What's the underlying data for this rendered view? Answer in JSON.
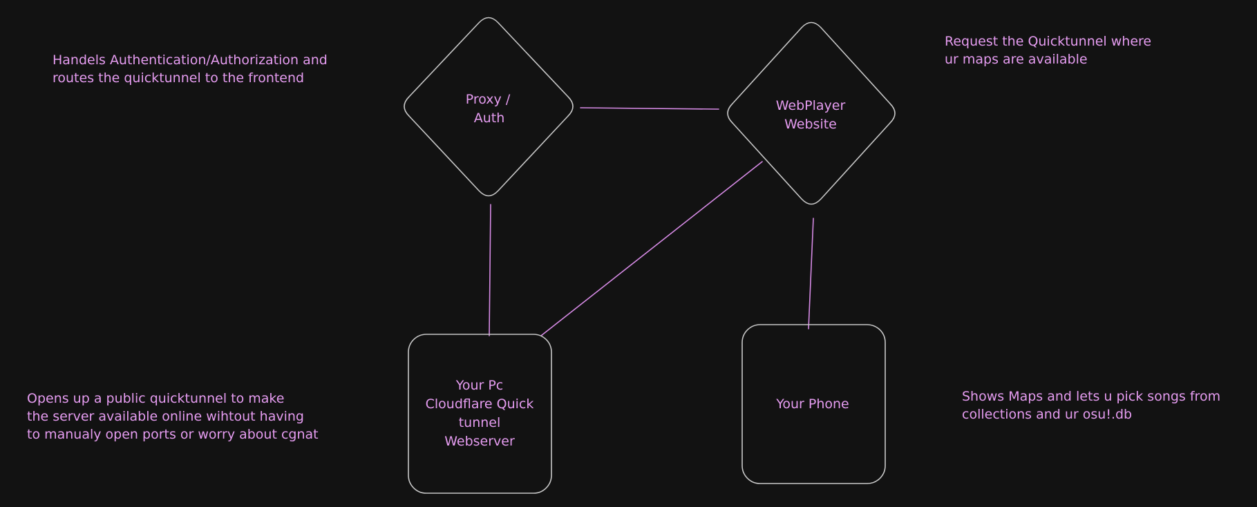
{
  "canvas": {
    "background": "#121212",
    "stroke_color": "#c8c8c8",
    "text_color": "#e59cf0",
    "edge_color": "#d78be6"
  },
  "nodes": {
    "proxy": {
      "lines": [
        "Proxy /",
        "Auth"
      ]
    },
    "webplayer": {
      "lines": [
        "WebPlayer",
        "Website"
      ]
    },
    "pc": {
      "lines": [
        "Your Pc",
        "Cloudflare Quick",
        "tunnel",
        "Webserver"
      ]
    },
    "phone": {
      "lines": [
        "Your Phone"
      ]
    }
  },
  "notes": {
    "auth": [
      "Handels Authentication/Authorization and",
      "routes the quicktunnel to the frontend"
    ],
    "request": [
      "Request the Quicktunnel where",
      "ur maps are available"
    ],
    "tunnel": [
      "Opens up a public quicktunnel to make",
      "the server available online wihtout having",
      "to manualy open ports or worry about cgnat"
    ],
    "phone": [
      "Shows Maps and lets u pick songs from",
      "collections and ur osu!.db"
    ]
  },
  "edges": [
    {
      "from": "proxy",
      "to": "webplayer"
    },
    {
      "from": "proxy",
      "to": "pc"
    },
    {
      "from": "webplayer",
      "to": "pc"
    },
    {
      "from": "webplayer",
      "to": "phone"
    }
  ]
}
